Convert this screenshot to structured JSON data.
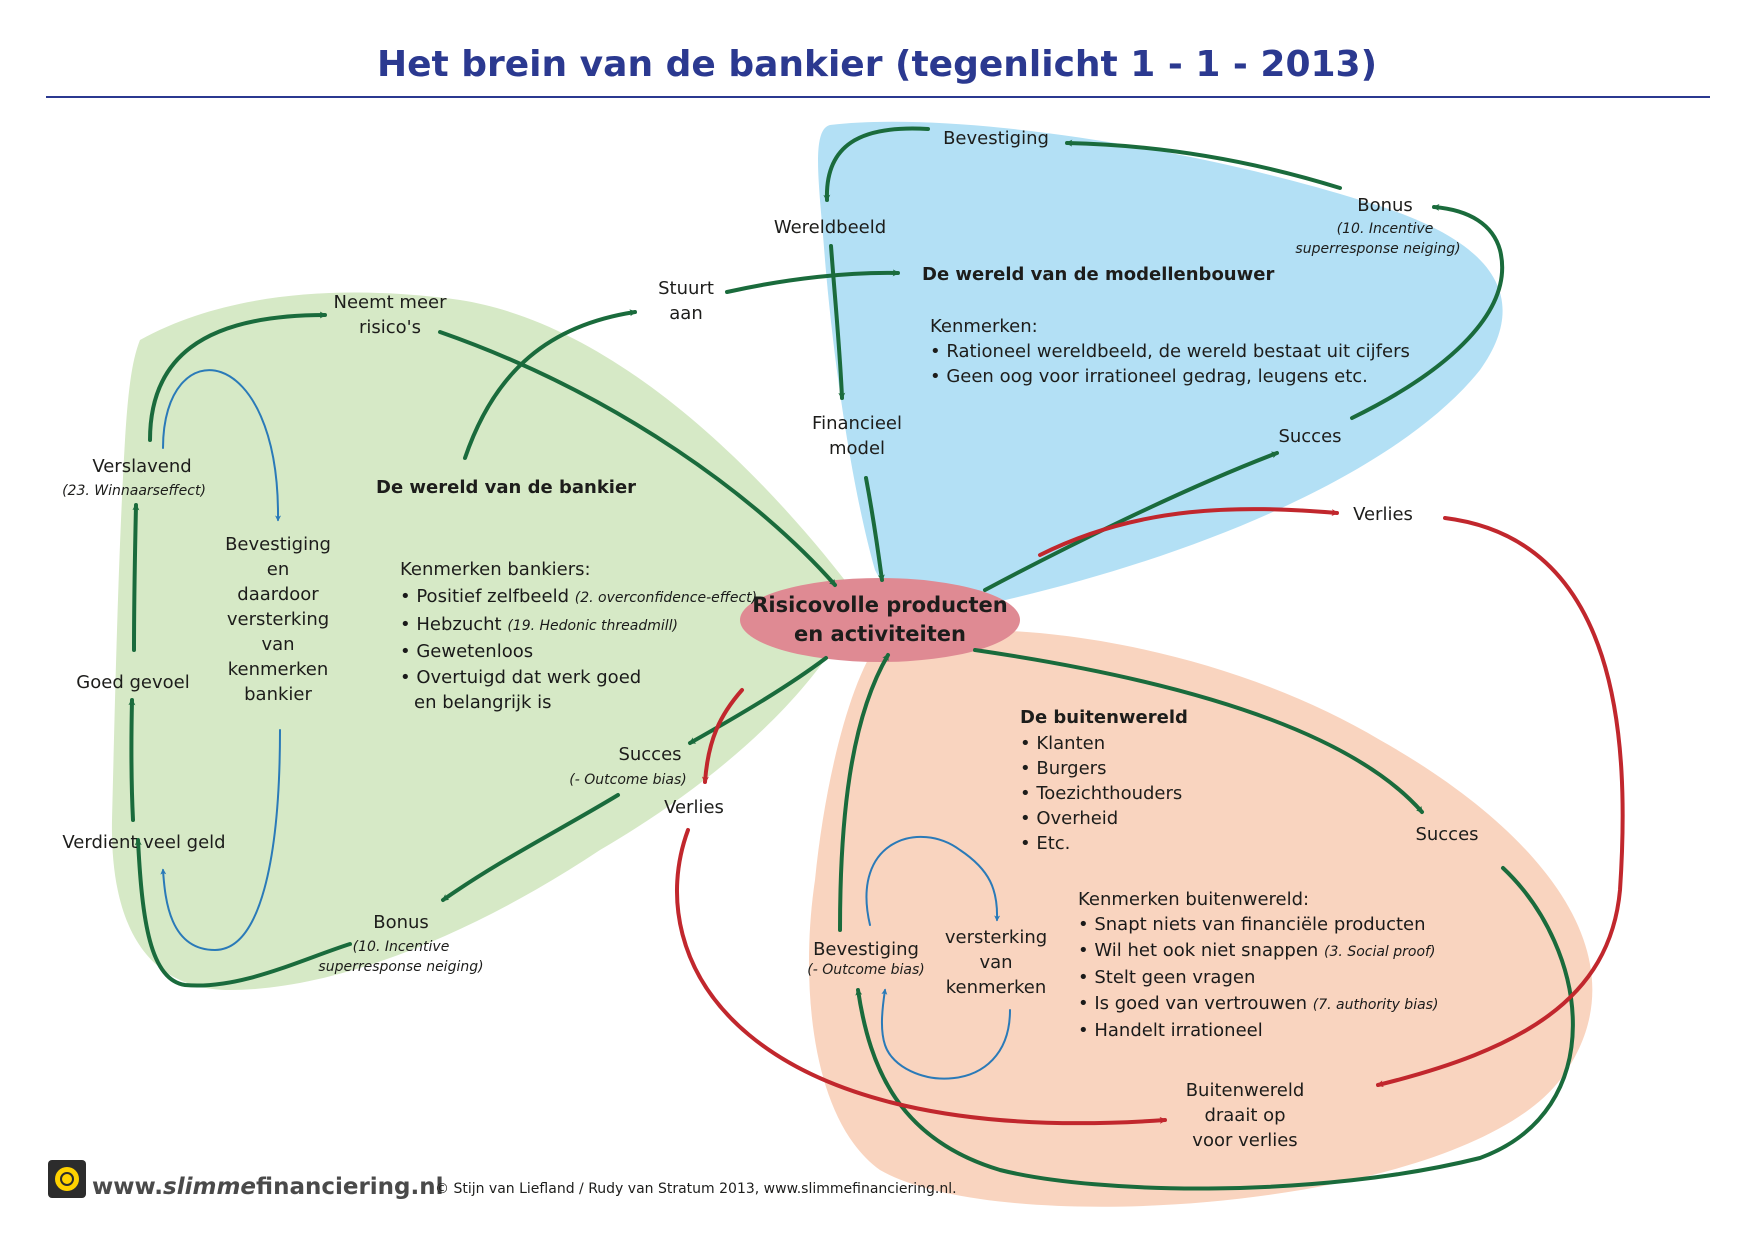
{
  "title": "Het brein van de bankier (tegenlicht 1 - 1 - 2013)",
  "colors": {
    "title": "#2b3990",
    "green_region": "#d6e9c6",
    "blue_region": "#b3e0f5",
    "orange_region": "#f9d4bf",
    "center_region": "#df8a93",
    "arrow_green": "#1a6b3c",
    "arrow_red": "#c1272d",
    "arrow_blue": "#2a7ab8"
  },
  "center": {
    "line1": "Risicovolle producten",
    "line2": "en activiteiten"
  },
  "bankier": {
    "heading": "De wereld van de bankier",
    "neemt_meer": [
      "Neemt meer",
      "risico's"
    ],
    "verslavend": "Verslavend",
    "verslavend_note": "(23. Winnaarseffect)",
    "goed_gevoel": "Goed gevoel",
    "verdient": "Verdient veel geld",
    "bevestiging": [
      "Bevestiging",
      "en",
      "daardoor",
      "versterking",
      "van",
      "kenmerken",
      "bankier"
    ],
    "kenmerken_title": "Kenmerken bankiers:",
    "kenmerken": [
      {
        "text": "• Positief zelfbeeld",
        "note": "(2. overconfidence-effect)"
      },
      {
        "text": "• Hebzucht",
        "note": "(19. Hedonic threadmill)"
      },
      {
        "text": "• Gewetenloos",
        "note": ""
      },
      {
        "text": "• Overtuigd dat werk goed",
        "note": ""
      },
      {
        "text": "   en belangrijk is",
        "note": ""
      }
    ],
    "succes": "Succes",
    "succes_note": "(- Outcome bias)",
    "verlies": "Verlies",
    "bonus": "Bonus",
    "bonus_note": [
      "(10. Incentive",
      "superresponse neiging)"
    ]
  },
  "stuurt_aan": [
    "Stuurt",
    "aan"
  ],
  "modellen": {
    "heading": "De wereld van de modellenbouwer",
    "bevestiging": "Bevestiging",
    "wereldbeeld": "Wereldbeeld",
    "bonus": "Bonus",
    "bonus_note": [
      "(10. Incentive",
      "superresponse neiging)"
    ],
    "kenmerken_title": "Kenmerken:",
    "kenmerken": [
      "• Rationeel wereldbeeld, de wereld bestaat uit cijfers",
      "• Geen oog voor irrationeel gedrag, leugens etc."
    ],
    "financieel": [
      "Financieel",
      "model"
    ],
    "succes": "Succes",
    "verlies": "Verlies"
  },
  "buitenwereld": {
    "heading": "De buitenwereld",
    "items": [
      "• Klanten",
      "• Burgers",
      "• Toezichthouders",
      "• Overheid",
      "• Etc."
    ],
    "succes": "Succes",
    "bevestiging": "Bevestiging",
    "bevestiging_note": "(- Outcome bias)",
    "versterking": [
      "versterking",
      "van",
      "kenmerken"
    ],
    "kenmerken_title": "Kenmerken buitenwereld:",
    "kenmerken": [
      {
        "text": "• Snapt niets van financiële producten",
        "note": ""
      },
      {
        "text": "• Wil het ook niet snappen",
        "note": "(3. Social proof)"
      },
      {
        "text": "• Stelt geen vragen",
        "note": ""
      },
      {
        "text": "• Is goed van vertrouwen",
        "note": "(7. authority bias)"
      },
      {
        "text": "• Handelt irrationeel",
        "note": ""
      }
    ],
    "draait_op": [
      "Buitenwereld",
      "draait op",
      "voor verlies"
    ]
  },
  "footer": {
    "logo_prefix": "www.",
    "logo_brand": "slimme",
    "logo_suffix": "financiering.nl",
    "copyright": "© Stijn van Liefland / Rudy van Stratum 2013, www.slimmefinanciering.nl."
  }
}
